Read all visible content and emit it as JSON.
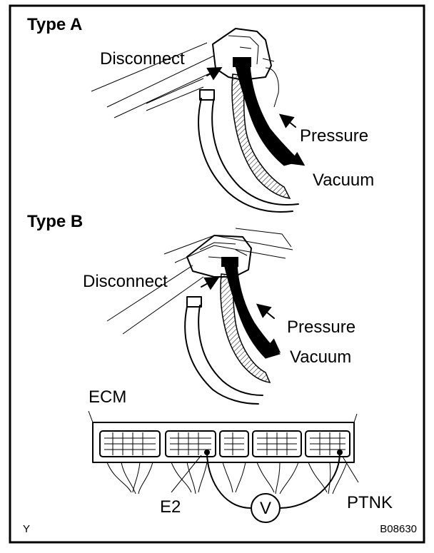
{
  "figure": {
    "type_a": {
      "title": "Type A",
      "disconnect_label": "Disconnect",
      "pressure_label": "Pressure",
      "vacuum_label": "Vacuum"
    },
    "type_b": {
      "title": "Type B",
      "disconnect_label": "Disconnect",
      "pressure_label": "Pressure",
      "vacuum_label": "Vacuum"
    },
    "ecm": {
      "title": "ECM",
      "terminal_left": "E2",
      "terminal_right": "PTNK",
      "meter_symbol": "V"
    },
    "corner_mark": "Y",
    "figure_code": "B08630"
  }
}
